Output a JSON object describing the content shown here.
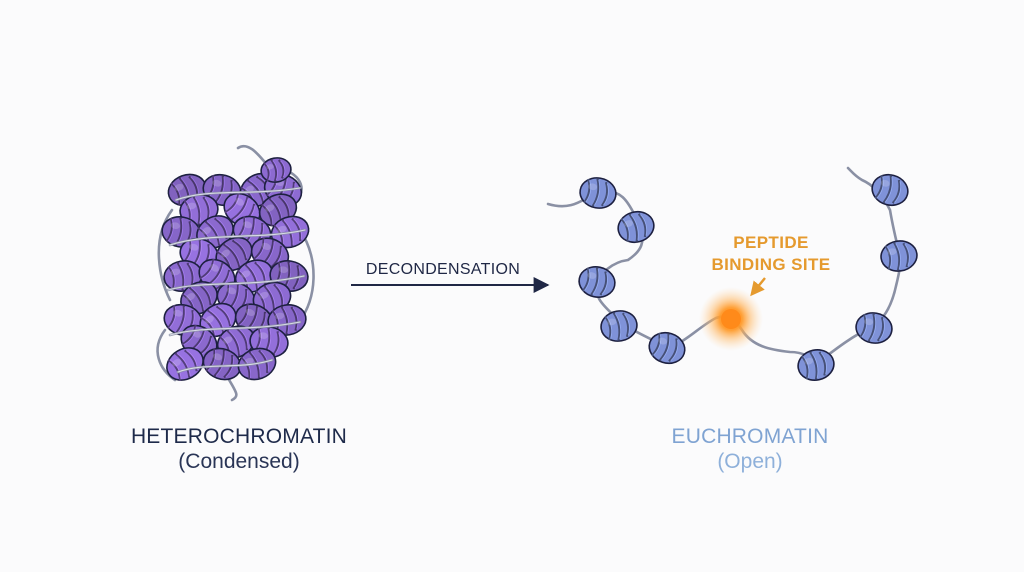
{
  "heterochromatin": {
    "title": "HETEROCHROMATIN",
    "subtitle": "(Condensed)"
  },
  "process": {
    "label": "DECONDENSATION"
  },
  "euchromatin": {
    "title": "EUCHROMATIN",
    "subtitle": "(Open)"
  },
  "binding_site": {
    "line1": "PEPTIDE",
    "line2": "BINDING SITE"
  },
  "colors": {
    "hetero_nucleosome": "#8c6ad0",
    "eu_nucleosome": "#7f92d8",
    "dna": "#8a90a4",
    "binding_glow": "#f5a623",
    "arrow": "#1f2745"
  }
}
